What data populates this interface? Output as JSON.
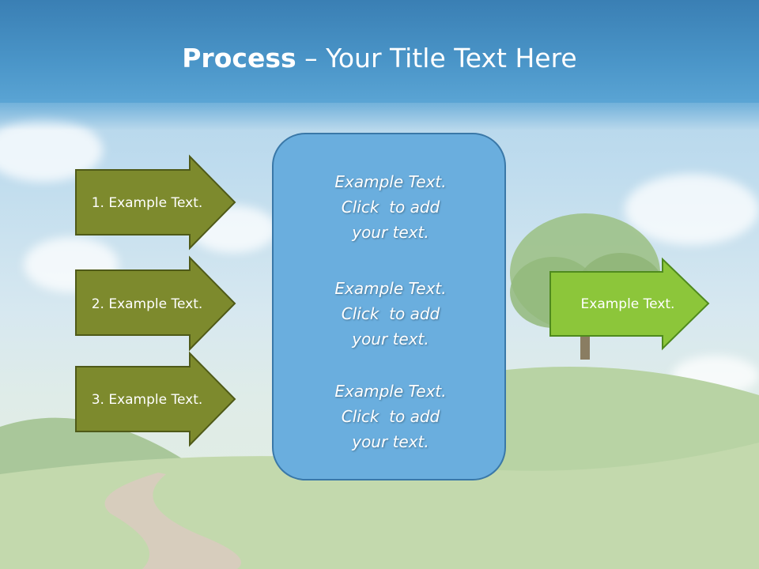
{
  "title": {
    "bold": "Process",
    "separator": " – ",
    "rest": "Your Title Text Here"
  },
  "left_arrows": [
    {
      "label": "1. Example Text."
    },
    {
      "label": "2. Example Text."
    },
    {
      "label": "3. Example Text."
    }
  ],
  "center_box": {
    "blocks": [
      {
        "lines": [
          "Example Text.",
          "Click  to add",
          "your text."
        ]
      },
      {
        "lines": [
          "Example Text.",
          "Click  to add",
          "your text."
        ]
      },
      {
        "lines": [
          "Example Text.",
          "Click  to add",
          "your text."
        ]
      }
    ]
  },
  "right_arrow": {
    "label": "Example Text."
  },
  "colors": {
    "title_bar": "#4a95c8",
    "left_arrow_fill": "#7d8a2d",
    "left_arrow_border": "#4f5a18",
    "right_arrow_fill": "#8cc63a",
    "right_arrow_border": "#4f8a1e",
    "center_box_fill": "#6aaede",
    "center_box_border": "#3a78a8"
  }
}
